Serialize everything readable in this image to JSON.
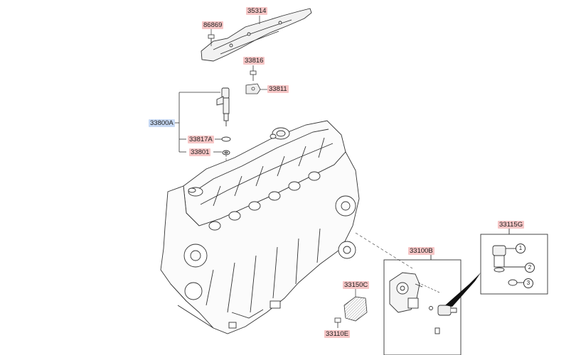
{
  "part_labels": {
    "p35314": "35314",
    "p86869": "86869",
    "p33816": "33816",
    "p33811": "33811",
    "p33800A": "33800A",
    "p33817A": "33817A",
    "p33801": "33801",
    "p33115G": "33115G",
    "p33100B": "33100B",
    "p33150C": "33150C",
    "p33110E": "33110E"
  },
  "callouts": {
    "c1": "1",
    "c2": "2",
    "c3": "3"
  },
  "colors": {
    "part_label_bg": "#f6c6c6",
    "selected_label_bg": "#c7d9f4",
    "line_color": "#333333"
  }
}
